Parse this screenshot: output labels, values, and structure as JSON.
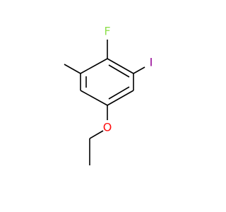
{
  "molecule": {
    "atoms": {
      "fluorine": {
        "label": "F",
        "color": "#90e050"
      },
      "iodine": {
        "label": "I",
        "color": "#940094"
      },
      "oxygen": {
        "label": "O",
        "color": "#ff0d0d"
      }
    },
    "bond_color": "#000000"
  }
}
